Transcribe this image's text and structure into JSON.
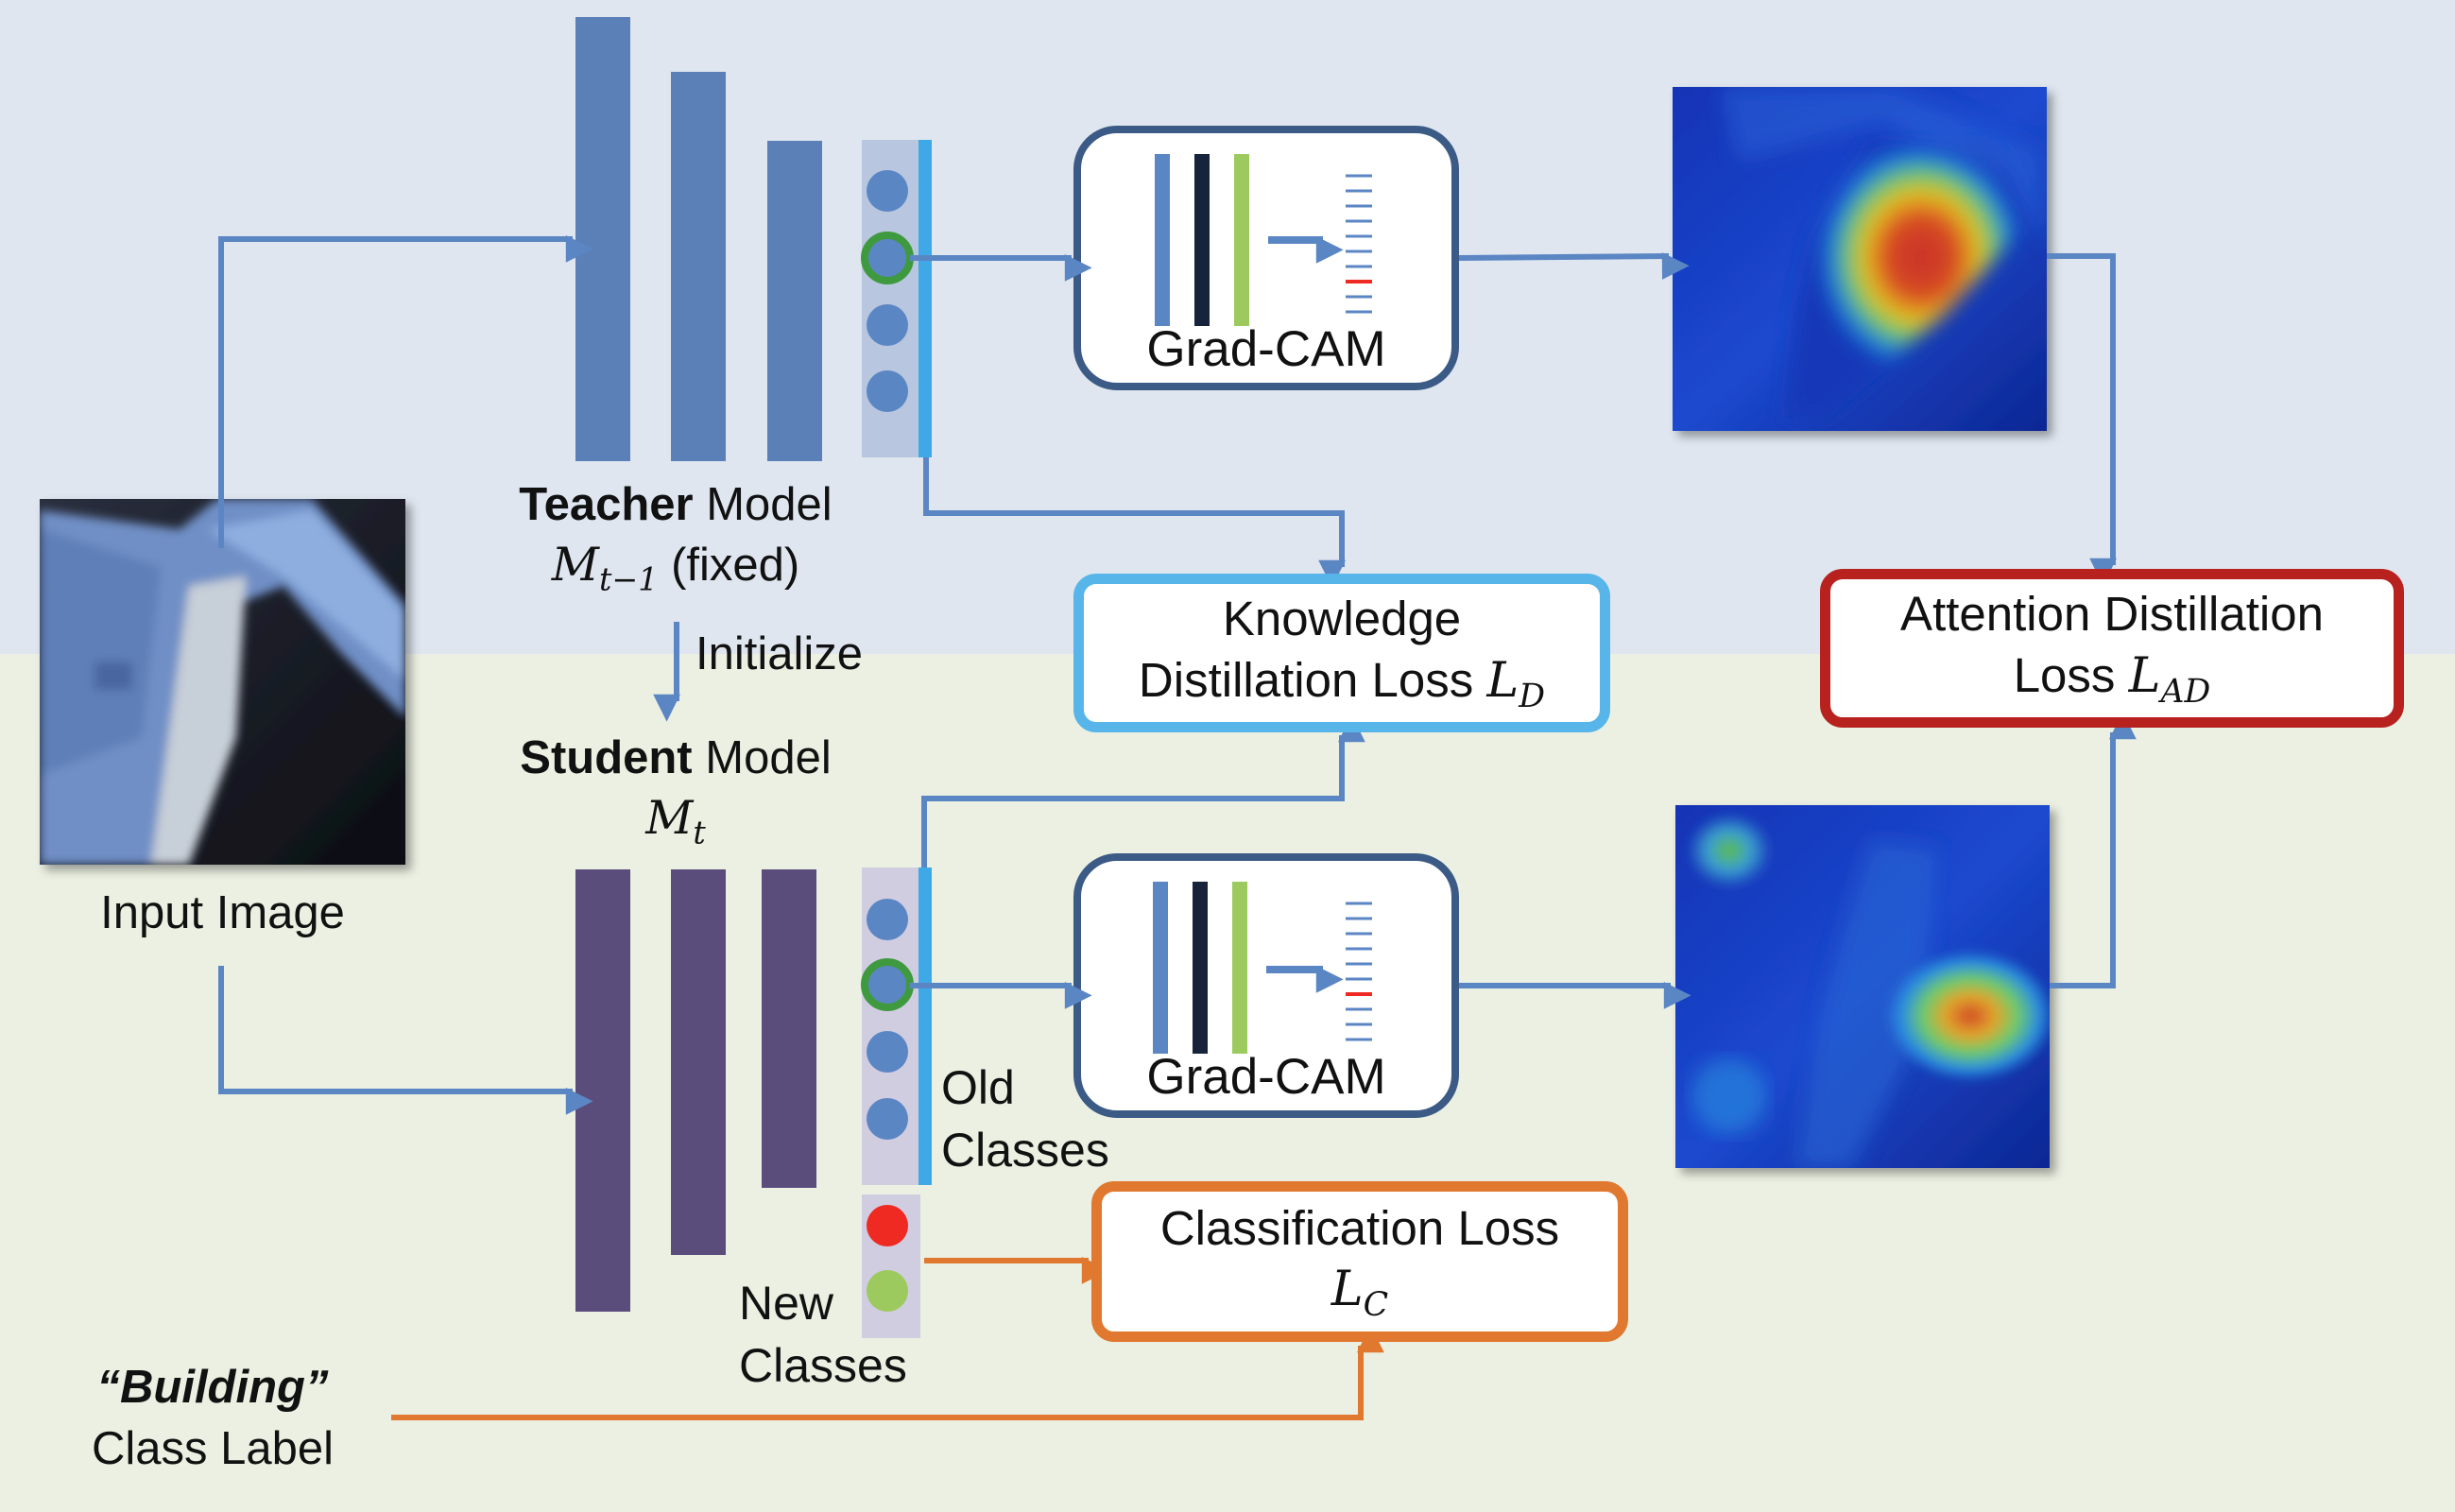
{
  "colors": {
    "top_band": "#dfe6f0",
    "bottom_band": "#ebf0e2",
    "arrow_blue": "#5b86c4",
    "teacher_layer": "#5b80b7",
    "student_layer": "#5a4d7c",
    "node_blue": "#5b86c4",
    "node_highlight_ring": "#3f9a3f",
    "node_new_red": "#ee2a22",
    "node_new_green": "#9dca5e",
    "gradcam_border": "#3b5a85",
    "kd_border": "#58b5ea",
    "ad_border": "#b7221f",
    "cls_border": "#e0782f",
    "label_arrow": "#e0782f"
  },
  "input": {
    "label": "Input Image"
  },
  "teacher": {
    "name_bold": "Teacher",
    "name_rest": " Model",
    "symbol_base": "M",
    "symbol_sub": "t−1",
    "suffix": " (fixed)"
  },
  "initialize_label": "Initialize",
  "student": {
    "name_bold": "Student",
    "name_rest": " Model",
    "symbol_base": "M",
    "symbol_sub": "t"
  },
  "gradcam_label": "Grad-CAM",
  "knowledge_loss": {
    "line1": "Knowledge",
    "line2_text": "Distillation Loss ",
    "symbol_base": "L",
    "symbol_sub": "D"
  },
  "attention_loss": {
    "line1": "Attention Distillation",
    "line2_text": "Loss ",
    "symbol_base": "L",
    "symbol_sub": "AD"
  },
  "classification_loss": {
    "line1": "Classification Loss",
    "symbol_base": "L",
    "symbol_sub": "C"
  },
  "old_classes": {
    "line1": "Old",
    "line2": "Classes"
  },
  "new_classes": {
    "line1": "New",
    "line2": "Classes"
  },
  "class_label": {
    "quote": "“Building”",
    "text": "Class Label"
  }
}
